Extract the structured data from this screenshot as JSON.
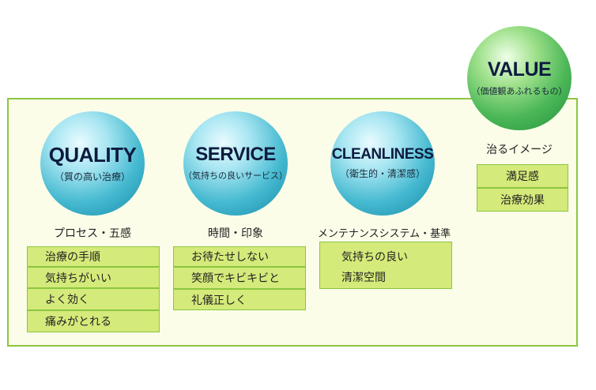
{
  "circles": {
    "quality": {
      "title": "QUALITY",
      "subtitle": "（質の高い治療）"
    },
    "service": {
      "title": "SERVICE",
      "subtitle": "（気持ちの良いサービス）"
    },
    "cleanliness": {
      "title": "CLEANLINESS",
      "subtitle": "（衛生的・清潔感）"
    },
    "value": {
      "title": "VALUE",
      "subtitle": "（価値観あふれるもの）"
    }
  },
  "columns": {
    "quality": {
      "heading": "プロセス・五感",
      "items": [
        "治療の手順",
        "気持ちがいい",
        "よく効く",
        "痛みがとれる"
      ]
    },
    "service": {
      "heading": "時間・印象",
      "items": [
        "お待たせしない",
        "笑顔でキビキビと",
        "礼儀正しく"
      ]
    },
    "cleanliness": {
      "heading": "メンテナンスシステム・基準",
      "items": [
        "気持ちの良い",
        "清潔空間"
      ]
    },
    "value": {
      "heading": "治るイメージ",
      "items": [
        "満足感",
        "治療効果"
      ]
    }
  },
  "colors": {
    "panel_border": "#8cc63f",
    "panel_fill": "#fbfde9",
    "box_fill": "#d4ea7a",
    "circle_blue": "#2aa3c0",
    "circle_green": "#3fae4f"
  }
}
